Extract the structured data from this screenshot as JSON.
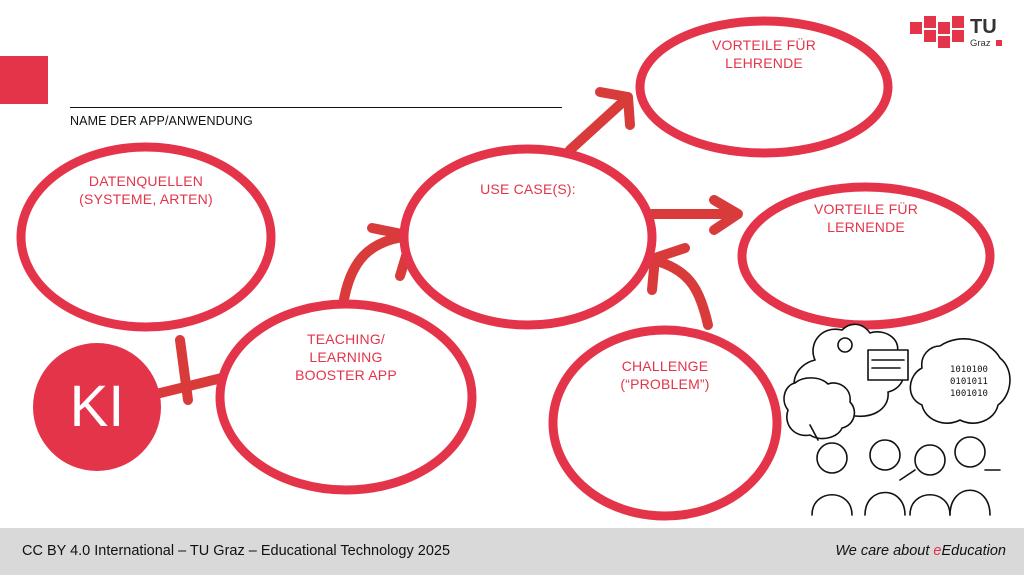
{
  "app_name_label": "NAME DER APP/ANWENDUNG",
  "nodes": {
    "datenquellen": "DATENQUELLEN\n(SYSTEME, ARTEN)",
    "teaching": "TEACHING/\nLEARNING\nBOOSTER APP",
    "use_case": "USE CASE(S):",
    "vorteile_lehrende": "VORTEILE FÜR\nLEHRENDE",
    "vorteile_lernende": "VORTEILE FÜR\nLERNENDE",
    "challenge": "CHALLENGE\n(“PROBLEM”)",
    "ki": "KI"
  },
  "logo": {
    "tu": "TU",
    "graz": "Graz"
  },
  "footer": {
    "left": "CC BY 4.0 International – TU Graz – Educational Technology 2025",
    "right_prefix": "We care about ",
    "right_accent": "e",
    "right_suffix": "Education"
  },
  "colors": {
    "accent": "#e4344a",
    "arrow": "#d93b3b",
    "footer_bg": "#d9d9d9"
  }
}
